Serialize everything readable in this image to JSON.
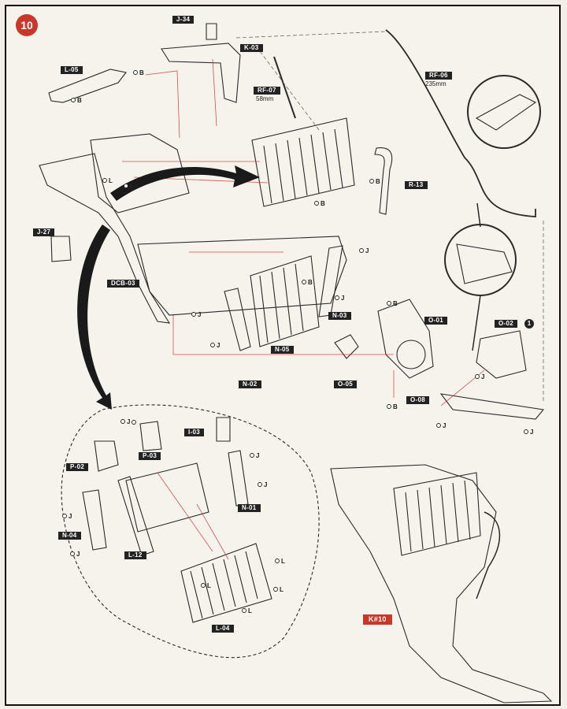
{
  "step": "10",
  "quantity_marker": "1",
  "part_tags": {
    "J34": "J-34",
    "K03": "K-03",
    "L05": "L-05",
    "RF07": "RF-07",
    "RF06": "RF-06",
    "R13": "R-13",
    "J27": "J-27",
    "DCB03": "DCB-03",
    "N03": "N-03",
    "O01": "O-01",
    "O02": "O-02",
    "N05": "N-05",
    "N02": "N-02",
    "O05": "O-05",
    "O08": "O-08",
    "I03": "I-03",
    "P03": "P-03",
    "P02": "P-02",
    "N01": "N-01",
    "N04": "N-04",
    "L12": "L-12",
    "L04": "L-04"
  },
  "lengths": {
    "rf07": "58mm",
    "rf06": "235mm"
  },
  "screw_labels": {
    "B": "B",
    "L": "L",
    "J": "J"
  },
  "result_tag": "K#10",
  "colors": {
    "accent_red": "#c9372b",
    "line_dark": "#222222",
    "paper": "#f6f2ec"
  }
}
